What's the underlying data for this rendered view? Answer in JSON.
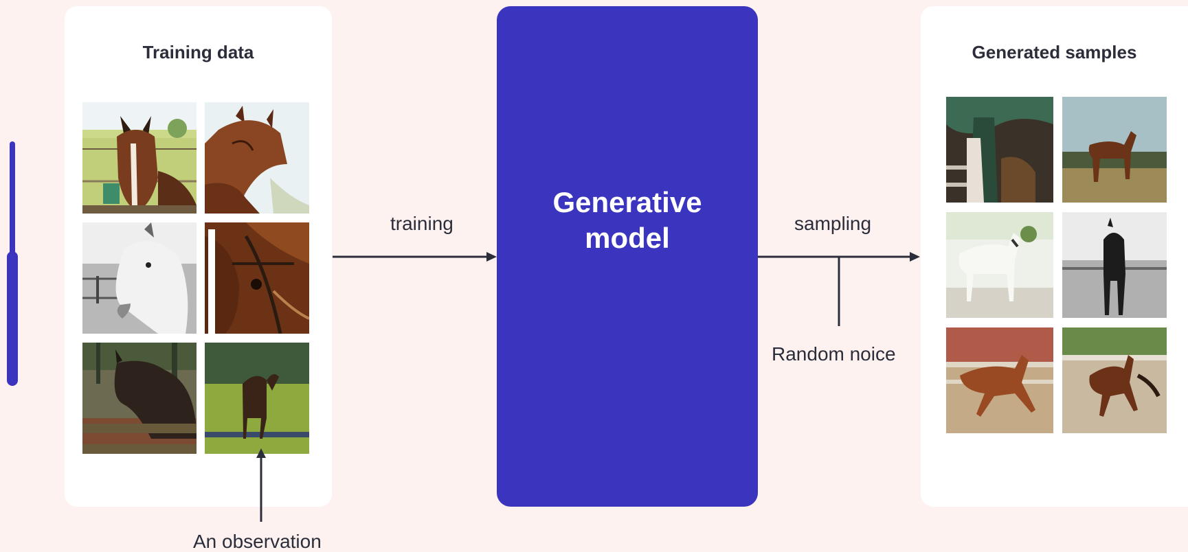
{
  "left_panel": {
    "title": "Training data",
    "images": [
      "horse-portrait-fence-icon",
      "horse-head-brown-icon",
      "horse-grayscale-icon",
      "horse-bridle-closeup-icon",
      "horse-dark-paddock-icon",
      "horse-standing-field-icon"
    ]
  },
  "model": {
    "title": "Generative model"
  },
  "right_panel": {
    "title": "Generated samples",
    "images": [
      "generated-horse-abstract-icon",
      "generated-horse-field-icon",
      "generated-horse-white-icon",
      "generated-horse-black-icon",
      "generated-horse-running-icon",
      "generated-horse-running-2-icon"
    ]
  },
  "labels": {
    "training": "training",
    "sampling": "sampling",
    "noise": "Random noice",
    "observation": "An observation"
  },
  "colors": {
    "background": "#fdf2f0",
    "accent": "#3a34be",
    "text": "#2b2d3a",
    "panel": "#ffffff"
  }
}
